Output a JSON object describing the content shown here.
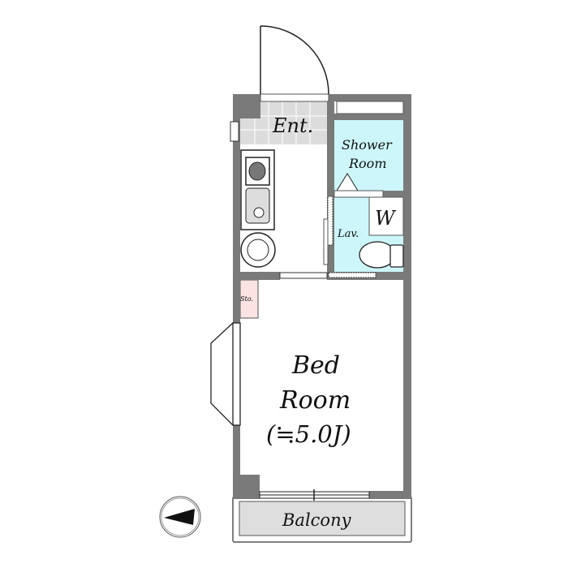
{
  "rooms": {
    "entrance": "Ent.",
    "shower_line1": "Shower",
    "shower_line2": "Room",
    "washer": "W",
    "lavatory": "Lav.",
    "storage": "Sto.",
    "bedroom_line1": "Bed",
    "bedroom_line2": "Room",
    "bedroom_size": "(≒5.0J)",
    "balcony": "Balcony"
  },
  "colors": {
    "wall": "#7a7a7a",
    "wet_area": "#ccf6fa",
    "entrance_tile": "#dcdcdc",
    "storage": "#fbe3e3",
    "balcony": "#dedede"
  },
  "compass": {
    "icon": "north-arrow-icon",
    "points": "west"
  }
}
